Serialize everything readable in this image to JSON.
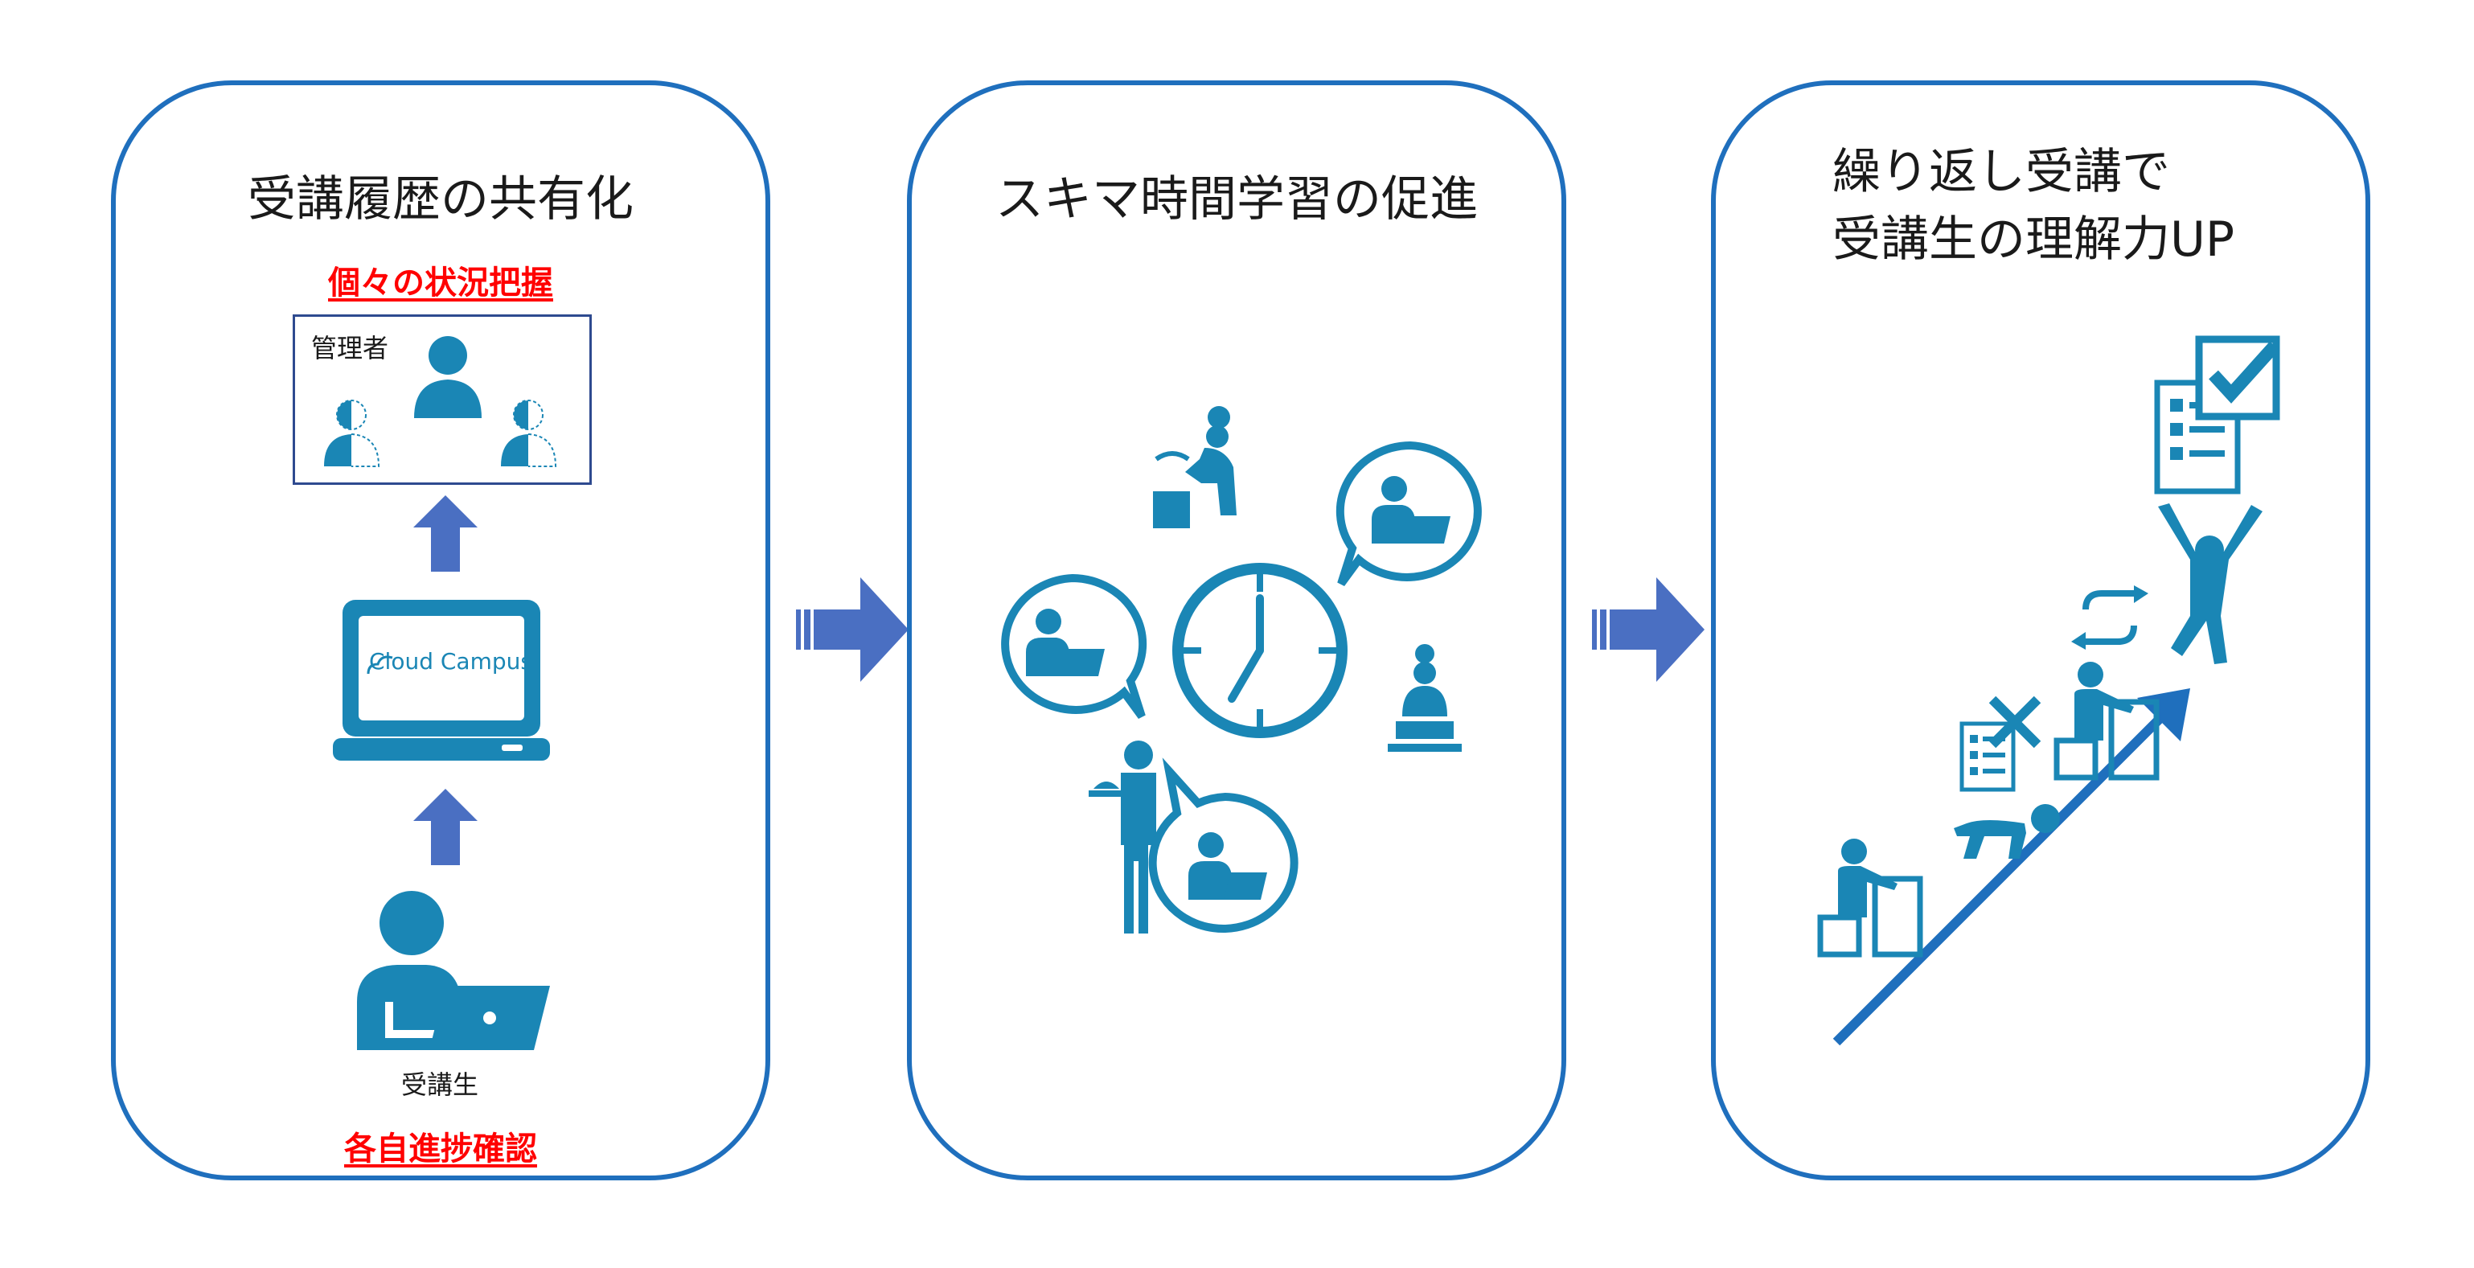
{
  "panel1": {
    "title": "受講履歴の共有化",
    "red_top": "個々の状況把握",
    "admin_label": "管理者",
    "laptop_brand": "Cloud Campus",
    "student_label": "受講生",
    "red_bottom": "各自進捗確認"
  },
  "panel2": {
    "title": "スキマ時間学習の促進"
  },
  "panel3": {
    "title": "繰り返し受講で\n受講生の理解力UP"
  },
  "colors": {
    "border": "#1f6fbd",
    "icon": "#1a86b5",
    "arrow": "#4a6fc2",
    "emphasis": "#ff0000"
  }
}
